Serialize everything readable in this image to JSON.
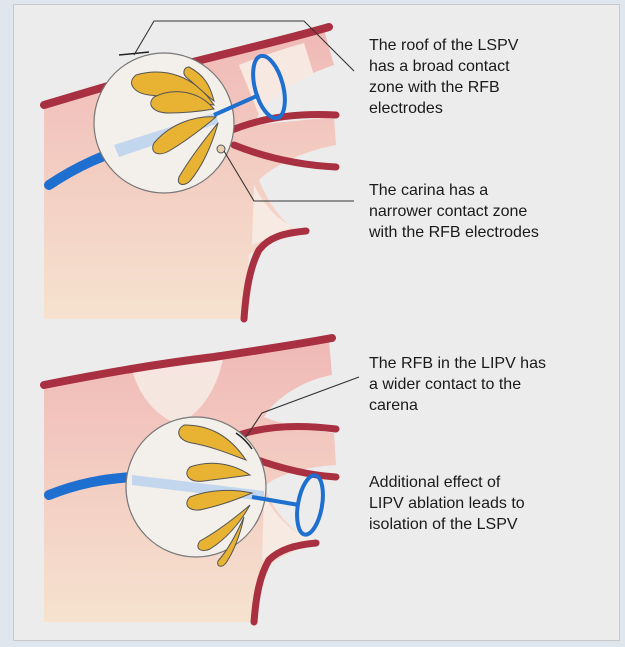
{
  "figure": {
    "panel_top": {
      "label_roof": "The roof of the LSPV\nhas a broad contact\nzone with the RFB\nelectrodes",
      "label_carina": "The carina has a\nnarrower contact zone\nwith the RFB electrodes"
    },
    "panel_bottom": {
      "label_lipv": "The RFB in the LIPV has\na wider contact to the\ncarena",
      "label_effect": "Additional effect of\nLIPV ablation leads to\nisolation of the LSPV"
    }
  },
  "colors": {
    "background": "#ececec",
    "tissue": "#f2c9c3",
    "tissue_light": "#f5dcd0",
    "vessel_wall": "#a83040",
    "petal": "#e8b232",
    "catheter": "#1e6fcf",
    "balloon": "#f3efea"
  }
}
